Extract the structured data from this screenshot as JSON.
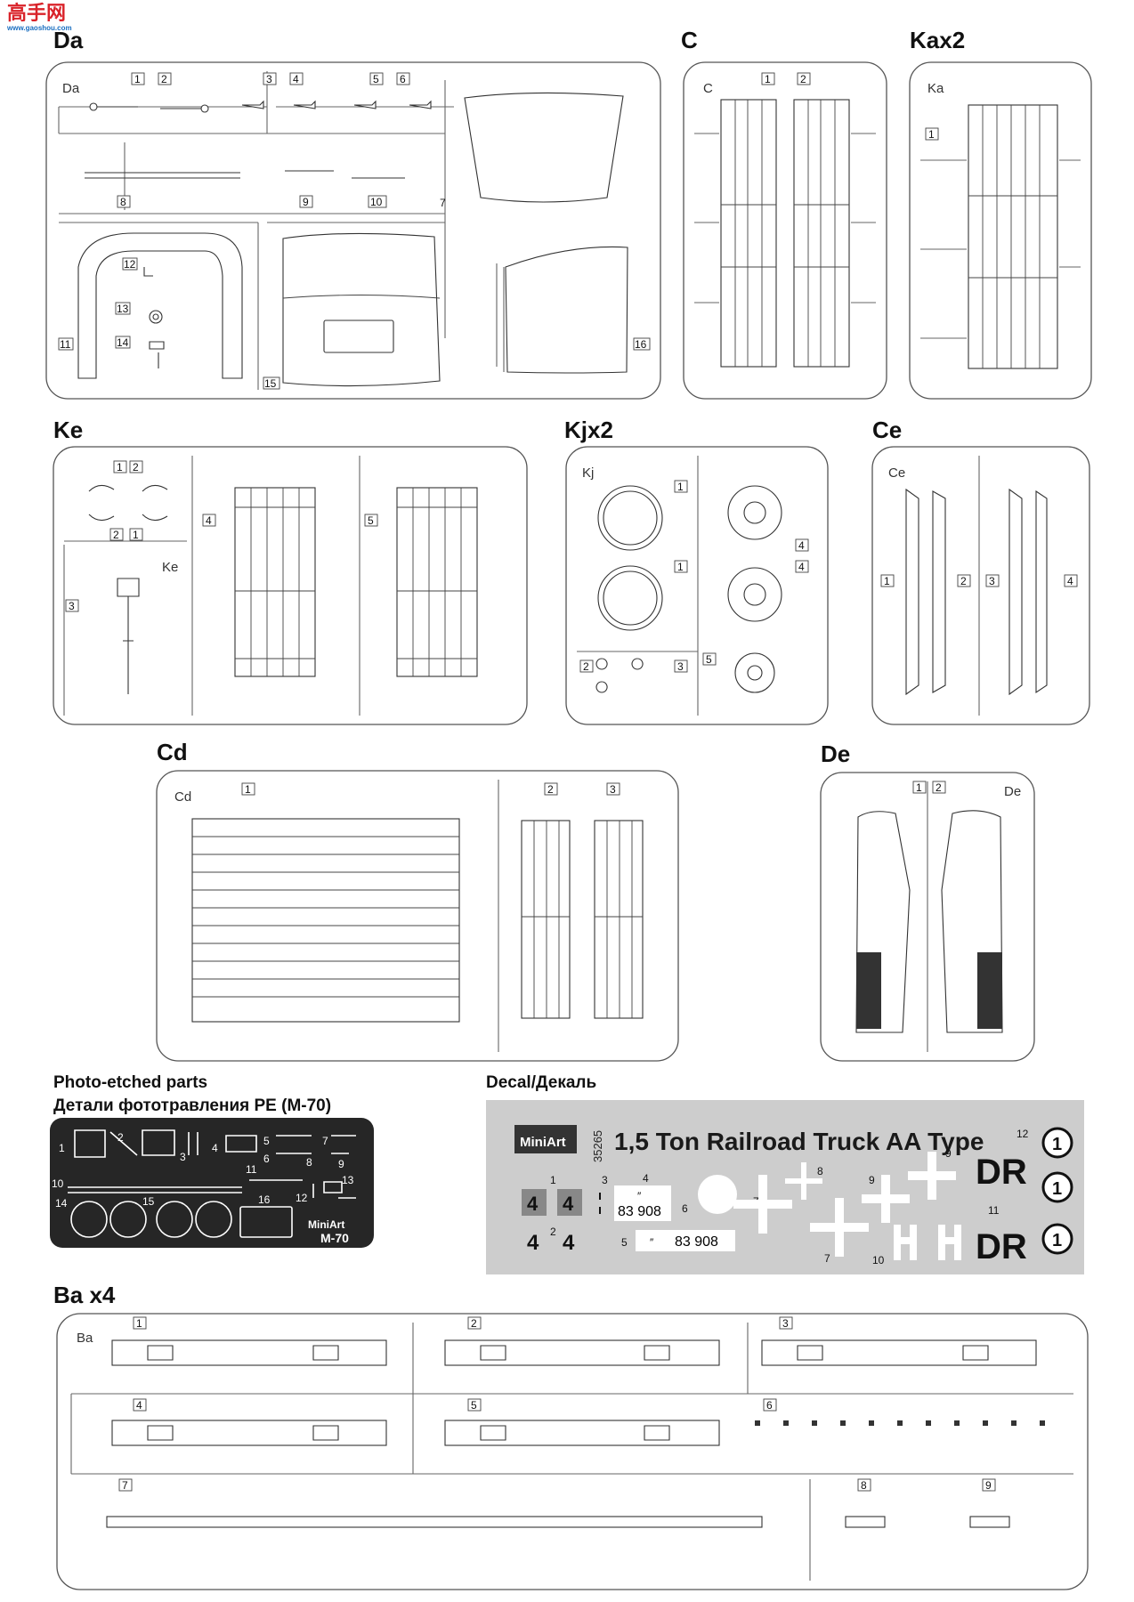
{
  "watermark": {
    "text": "高手网",
    "sub": "www.gaoshou.com"
  },
  "sprues": [
    {
      "id": "da",
      "title": "Da",
      "tag": "Da",
      "numbers": [
        "1",
        "2",
        "3",
        "4",
        "5",
        "6",
        "7",
        "8",
        "9",
        "10",
        "11",
        "12",
        "13",
        "14",
        "15",
        "16"
      ]
    },
    {
      "id": "c",
      "title": "C",
      "tag": "C",
      "numbers": [
        "1",
        "2"
      ]
    },
    {
      "id": "ka",
      "title": "Kax2",
      "tag": "Ka",
      "numbers": [
        "1"
      ]
    },
    {
      "id": "ke",
      "title": "Ke",
      "tag": "Ke",
      "numbers": [
        "1",
        "2",
        "2",
        "1",
        "3",
        "4",
        "5"
      ]
    },
    {
      "id": "kj",
      "title": "Kjx2",
      "tag": "Kj",
      "numbers": [
        "1",
        "1",
        "2",
        "3",
        "4",
        "4",
        "5"
      ]
    },
    {
      "id": "ce",
      "title": "Ce",
      "tag": "Ce",
      "numbers": [
        "1",
        "2",
        "3",
        "4"
      ]
    },
    {
      "id": "cd",
      "title": "Cd",
      "tag": "Cd",
      "numbers": [
        "1",
        "2",
        "3"
      ]
    },
    {
      "id": "de",
      "title": "De",
      "tag": "De",
      "numbers": [
        "1",
        "2"
      ]
    },
    {
      "id": "ba",
      "title": "Ba x4",
      "tag": "Ba",
      "numbers": [
        "1",
        "2",
        "3",
        "4",
        "5",
        "6",
        "7",
        "8",
        "9"
      ]
    }
  ],
  "photo_etched": {
    "heading1": "Photo-etched parts",
    "heading2": "Детали фототравления PE (M-70)",
    "numbers": [
      "1",
      "2",
      "3",
      "4",
      "5",
      "6",
      "7",
      "8",
      "9",
      "10",
      "11",
      "12",
      "13",
      "14",
      "15",
      "16"
    ],
    "brand": "MiniArt",
    "code": "M-70"
  },
  "decal": {
    "heading": "Decal/Декаль",
    "brand": "MiniArt",
    "kit_no": "35265",
    "title": "1,5 Ton Railroad Truck AA Type",
    "numbers": [
      "1",
      "2",
      "3",
      "4",
      "5",
      "6",
      "7",
      "7",
      "8",
      "9",
      "9",
      "10",
      "11",
      "12"
    ],
    "big4": "4",
    "plate1": "83 908",
    "plate_prefix": "″",
    "dr": "DR",
    "circle_one": "1"
  }
}
